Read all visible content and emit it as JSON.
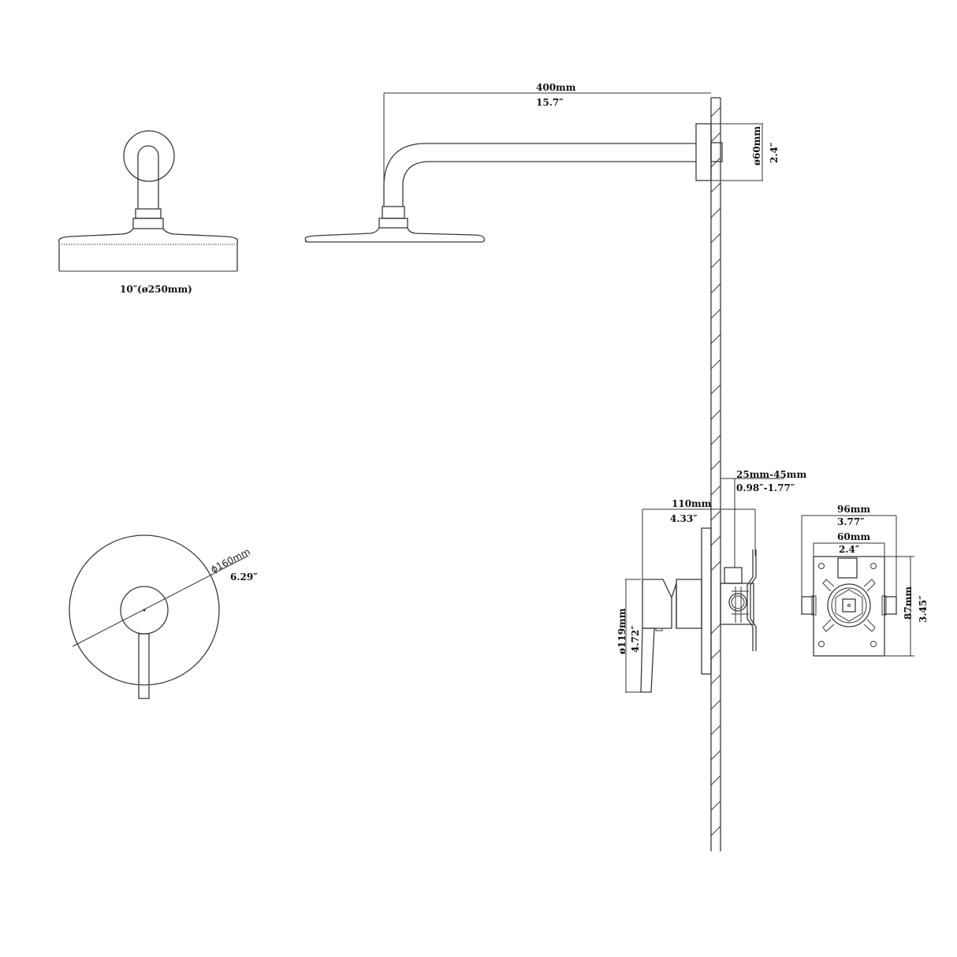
{
  "title": "Shower system dimension drawing",
  "views": {
    "shower_head_front": {
      "label": "10″(ø250mm)"
    },
    "shower_arm_side": {
      "arm_length_mm": "400mm",
      "arm_length_in": "15.7″",
      "flange_dia_mm": "ø60mm",
      "flange_dia_in": "2.4″"
    },
    "trim_plate_front": {
      "dia_mm": "ϕ160mm",
      "dia_in": "6.29″"
    },
    "valve_side": {
      "wall_depth_mm": "25mm-45mm",
      "wall_depth_in": "0.98″-1.77″",
      "projection_mm": "110mm",
      "projection_in": "4.33″",
      "plate_dia_mm": "ø119mm",
      "plate_dia_in": "4.72″"
    },
    "valve_body_front": {
      "width_mm": "96mm",
      "width_in": "3.77″",
      "inner_width_mm": "60mm",
      "inner_width_in": "2.4″",
      "height_mm": "87mm",
      "height_in": "3.45″"
    }
  }
}
